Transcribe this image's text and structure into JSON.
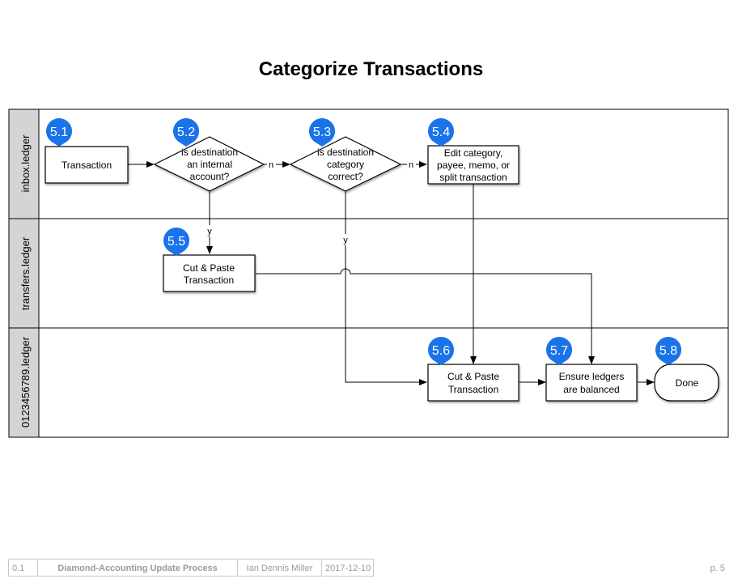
{
  "title": "Categorize Transactions",
  "lanes": [
    "inbox.ledger",
    "transfers.ledger",
    "0123456789.ledger"
  ],
  "steps": [
    {
      "id": "5.1",
      "text": [
        "Transaction"
      ]
    },
    {
      "id": "5.2",
      "text": [
        "is destination",
        "an internal",
        "account?"
      ]
    },
    {
      "id": "5.3",
      "text": [
        "is destination",
        "category",
        "correct?"
      ]
    },
    {
      "id": "5.4",
      "text": [
        "Edit category,",
        "payee, memo, or",
        "split transaction"
      ]
    },
    {
      "id": "5.5",
      "text": [
        "Cut & Paste",
        "Transaction"
      ]
    },
    {
      "id": "5.6",
      "text": [
        "Cut & Paste",
        "Transaction"
      ]
    },
    {
      "id": "5.7",
      "text": [
        "Ensure ledgers",
        "are balanced"
      ]
    },
    {
      "id": "5.8",
      "text": [
        "Done"
      ]
    }
  ],
  "edge_labels": {
    "n": "n",
    "y": "y"
  },
  "colors": {
    "badge": "#1a73e8",
    "lane_header": "#d4d4d4"
  },
  "footer": {
    "version": "0.1",
    "project": "Diamond-Accounting Update Process",
    "author": "Ian Dennis Miller",
    "date": "2017-12-10",
    "page": "p. 5"
  }
}
